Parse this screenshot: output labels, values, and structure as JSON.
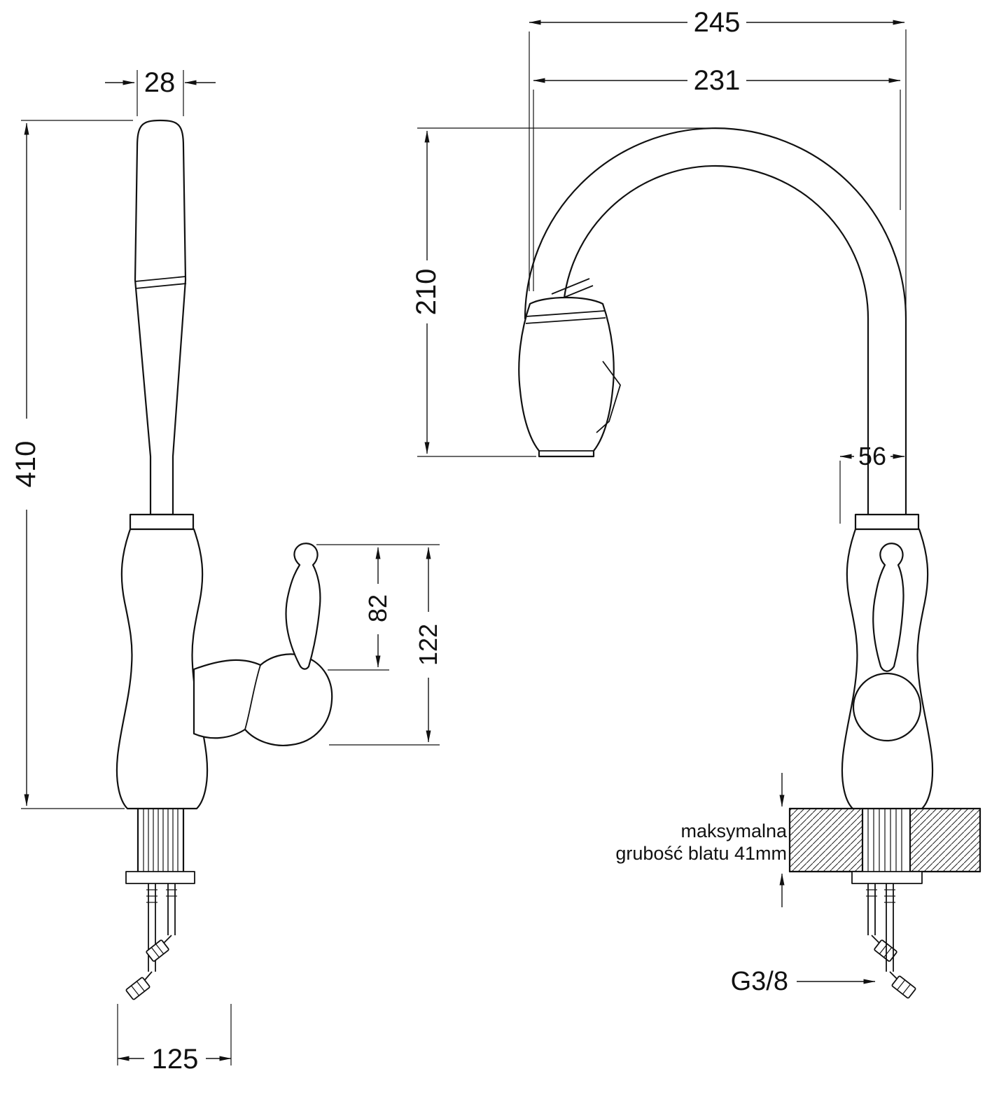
{
  "drawing": {
    "dims": {
      "top_width": "28",
      "total_height": "410",
      "handle_height": "82",
      "handle_overall": "122",
      "base_span": "125",
      "overall_reach": "245",
      "spout_reach": "231",
      "spout_height": "210",
      "spout_offset": "56"
    },
    "labels": {
      "counter_note_1": "maksymalna",
      "counter_note_2": "grubość blatu 41mm",
      "thread": "G3/8"
    }
  }
}
